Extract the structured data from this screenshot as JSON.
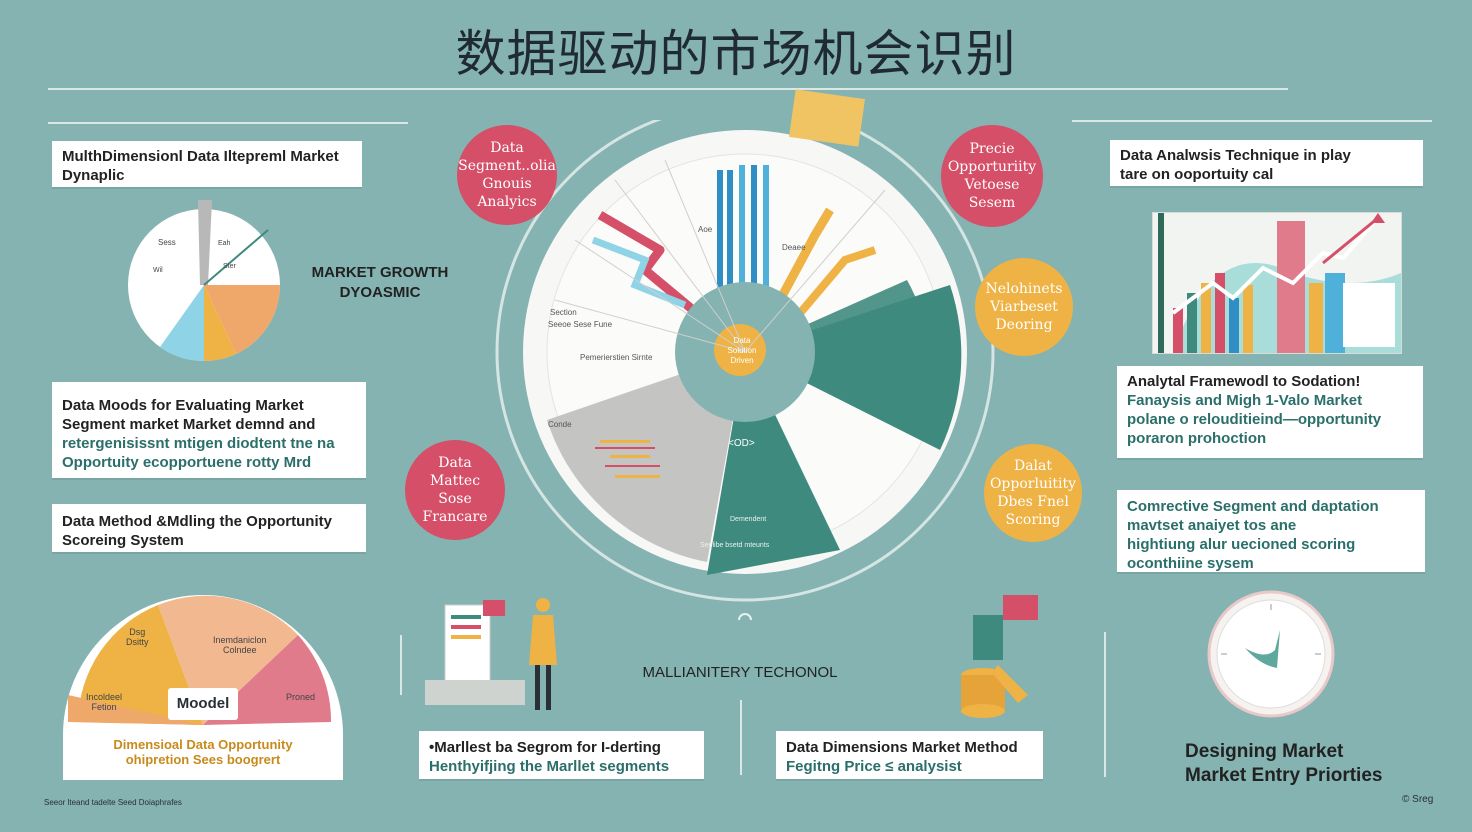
{
  "title": "数据驱动的市场机会识别",
  "left": {
    "card1": [
      "MulthDimensionl Data Iltepreml Market",
      "Dynaplic"
    ],
    "market_growth": [
      "MARKET GROWTH",
      "DYOASMIC"
    ],
    "card2": [
      "Data Moods for Evaluating Market",
      "Segment market Market demnd and",
      "retergenisissnt mtigen diodtent tne na",
      "Opportuity ecopportuene rotty Mrd"
    ],
    "card3": [
      "Data Method &Mdling the Opportunity",
      "Scoreing System"
    ],
    "gauge": {
      "seg1": [
        "Dsg",
        "Dsitty"
      ],
      "seg2": [
        "Inemdaniclon",
        "Colndee"
      ],
      "seg3": [
        "Incoldeel",
        "Fetion"
      ],
      "seg4": [
        "Proned"
      ],
      "center": "Moodel",
      "caption": [
        "Dimensioal Data Opportunity",
        "ohipretion Sees boogrert"
      ]
    },
    "footer": "Seeor lteand tadelte Seed Doiaphrafes"
  },
  "center": {
    "bubble_tl": [
      "Data",
      "Segment..olia",
      "Gnouis",
      "Analyics"
    ],
    "bubble_bl": [
      "Data",
      "Mattec Sose",
      "Francare"
    ],
    "bubble_tr": [
      "Precie",
      "Opporturiity",
      "Vetoese",
      "Sesem"
    ],
    "bubble_r1": [
      "Nelohinets",
      "Viarbeset",
      "Deoring"
    ],
    "bubble_r2": [
      "Dalat",
      "Opporluitity",
      "Dbes Fnel",
      "Scoring"
    ],
    "wheel": {
      "hub": [
        "Data",
        "Solution",
        "Driven"
      ],
      "labels": [
        "Section",
        "Seeoe Sese Fune",
        "Pemerierstien Sirnte",
        "Aoe",
        "Deaee",
        "Seelibe bsetd mteunts",
        "Demendent",
        "Conde"
      ],
      "badge": "<OD>"
    },
    "caption_mid": "MALLIANITERY TECHONOL",
    "card_bl": [
      "•Marllest ba Segrom for I-derting",
      "Henthyifjing the Marllet segments"
    ],
    "card_br": [
      "Data Dimensions Market Method",
      "Fegitng Price ≤ analysist"
    ]
  },
  "right": {
    "card1": [
      "Data Analwsis Technique in play",
      "tare on ooportuity cal"
    ],
    "card2": [
      "Analytal Framewodl to Sodation!",
      "Fanaysis and Migh 1-Valo Market",
      "polane o relouditieind—opportunity",
      "poraron prohoction"
    ],
    "card3": [
      "Comrective Segment and daptation",
      "mavtset anaiyet tos ane",
      "hightiung alur uecioned scoring",
      "oconthiine sysem"
    ],
    "final": [
      "Designing Market",
      "Market Entry Priorties"
    ],
    "footer_icon": "©",
    "footer": "Sreg"
  },
  "colors": {
    "background": "#84b3b1",
    "red": "#d44f67",
    "yellow": "#eeb245",
    "teal": "#3f8a7e",
    "blue": "#2f8fc4",
    "gray": "#c9c9c9"
  },
  "icons": [
    "chart-icon",
    "person-icon",
    "coin-icon",
    "gauge-icon",
    "circle-icon"
  ]
}
